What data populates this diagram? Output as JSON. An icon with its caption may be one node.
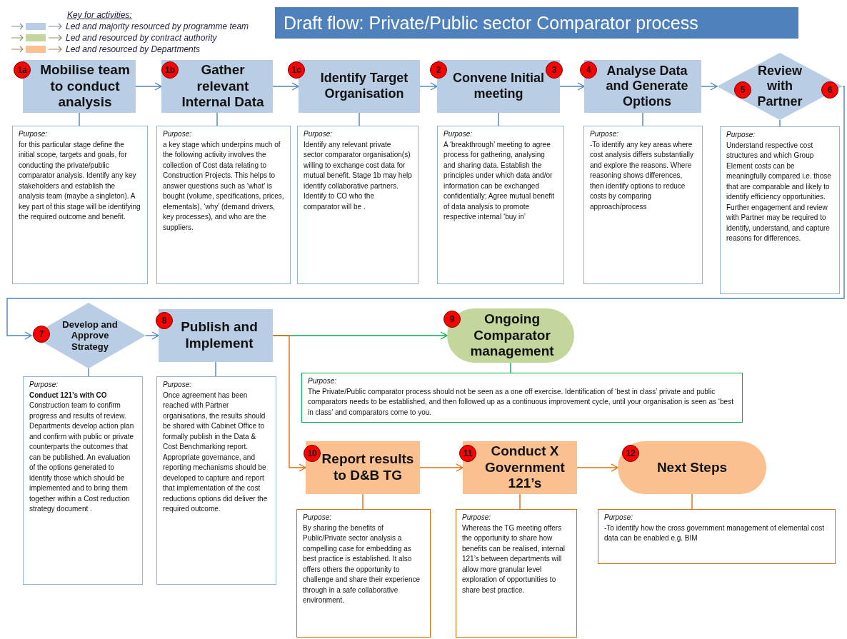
{
  "diagram": {
    "title": "Draft flow: Private/Public sector Comparator process",
    "nodes": [
      {
        "text": [
          "1a",
          "Mobilise team to conduct analysis"
        ]
      },
      {
        "text": [
          "Purpose:",
          "for this particular stage define the initial scope, targets and goals, for conducting the private/public comparator analysis. Identify any key stakeholders and establish the analysis team (maybe a singleton). A key part of this stage will be  identifying the required outcome and benefit."
        ]
      },
      {
        "text": [
          "1b",
          "Gather relevant Internal Data"
        ]
      },
      {
        "text": [
          "Purpose:",
          "a key stage which underpins much of the following activity involves the collection of Cost data relating to Construction Projects. This helps to answer questions such as ‘what’ is bought (volume, specifications, prices, elementals), ‘why’ (demand drivers, key processes), and who are the suppliers."
        ]
      },
      {
        "text": [
          "1c",
          "Identify Target Organisation"
        ]
      },
      {
        "text": [
          "Purpose:",
          "Identify any relevant private sector  comparator organisation(s) willing to exchange cost data for mutual benefit. Stage 1b may help identify collaborative partners. Identify to CO who the comparator will be ."
        ]
      },
      {
        "text": [
          "2",
          "Convene Initial meeting",
          "3"
        ]
      },
      {
        "text": [
          "Purpose:",
          "A ‘breakthrough’ meeting to agree process for gathering, analysing and sharing data. Establish the principles under which data and/or information can be exchanged confidentially; Agree mutual benefit of data analysis to promote respective internal  ‘buy in’"
        ]
      },
      {
        "text": [
          "4",
          "Analyse Data and Generate Options"
        ]
      },
      {
        "text": [
          "Purpose:",
          "-To identify any key areas where cost analysis differs substantially and  explore the reasons. Where reasoning shows differences, then identify options to reduce costs by comparing approach/process"
        ]
      },
      {
        "text": [
          "5",
          "Review with Partner",
          "6"
        ]
      },
      {
        "text": [
          "Purpose:",
          "Understand respective cost structures and which Group Element costs can be meaningfully compared i.e. those that are comparable and likely to identify efficiency opportunities. Further engagement and review with Partner may be required to identify, understand, and capture reasons for differences."
        ]
      },
      {
        "text": [
          "7",
          "Develop and Approve Strategy"
        ]
      },
      {
        "text": [
          "Purpose:",
          "**Conduct 121’s  with CO** Construction team to confirm progress and results of review. Departments develop action plan and confirm with public or private counterparts the outcomes that can be published. An evaluation of the options generated to identify those which should be implemented and to bring them together within a Cost reduction strategy document ."
        ]
      },
      {
        "text": [
          "8",
          "Publish and Implement"
        ]
      },
      {
        "text": [
          "Purpose:",
          "Once agreement has been reached with Partner organisations, the results should be shared with Cabinet Office to formally publish in the Data & Cost Benchmarking report. Appropriate governance, and reporting mechanisms should be developed to capture and report that implementation of the cost reductions options did deliver the required outcome."
        ]
      },
      {
        "text": [
          "9",
          "Ongoing Comparator management"
        ]
      },
      {
        "text": [
          "Purpose:",
          "The Private/Public comparator process should not be seen as a one off exercise. Identification of ‘best in class’ private and public comparators needs to be established, and then followed up as a continuous improvement cycle, until your organisation is seen as ‘best in class’ and  comparators come to you."
        ]
      },
      {
        "text": [
          "10",
          "Report results to D&B TG"
        ]
      },
      {
        "text": [
          "Purpose:",
          "By sharing the benefits of Public/Private sector analysis a compelling case for embedding as best practice is established. It also offers others the opportunity to challenge and share their experience through  in a safe collaborative  environment."
        ]
      },
      {
        "text": [
          "11",
          "Conduct X Government 121’s"
        ]
      },
      {
        "text": [
          "Purpose:",
          "Whereas the TG meeting offers the opportunity to share how benefits can be realised, internal 121’s between departments will allow more granular level exploration of opportunities to share best practice."
        ]
      },
      {
        "text": [
          "12",
          "Next Steps"
        ]
      },
      {
        "text": [
          "Purpose:",
          "-To identify how the cross government management of elemental cost data can be enabled e.g. BIM"
        ]
      }
    ],
    "edges": [
      {
        "from": 0,
        "to": 2,
        "arrow": "to"
      },
      {
        "from": 2,
        "to": 4,
        "arrow": "to"
      },
      {
        "from": 4,
        "to": 6,
        "arrow": "to"
      },
      {
        "from": 6,
        "to": 8,
        "arrow": "to"
      },
      {
        "from": 8,
        "to": 10,
        "arrow": "to"
      },
      {
        "from": 10,
        "to": 12,
        "arrow": "to"
      },
      {
        "from": 12,
        "to": 14,
        "arrow": "to"
      },
      {
        "from": 14,
        "to": 16,
        "arrow": "to",
        "color": "#00b050"
      },
      {
        "from": 14,
        "to": 18,
        "arrow": "to",
        "color": "#e46c0a"
      },
      {
        "from": 18,
        "to": 20,
        "arrow": "to",
        "color": "#e46c0a"
      },
      {
        "from": 20,
        "to": 22,
        "arrow": "to",
        "color": "#e46c0a"
      },
      {
        "from": 0,
        "to": 1,
        "arrow": "none"
      },
      {
        "from": 2,
        "to": 3,
        "arrow": "none"
      },
      {
        "from": 4,
        "to": 5,
        "arrow": "none"
      },
      {
        "from": 6,
        "to": 7,
        "arrow": "none"
      },
      {
        "from": 8,
        "to": 9,
        "arrow": "none"
      },
      {
        "from": 10,
        "to": 11,
        "arrow": "none"
      },
      {
        "from": 12,
        "to": 13,
        "arrow": "none"
      },
      {
        "from": 14,
        "to": 15,
        "arrow": "none"
      },
      {
        "from": 16,
        "to": 17,
        "arrow": "none",
        "color": "#00b050"
      },
      {
        "from": 18,
        "to": 19,
        "arrow": "none",
        "color": "#e46c0a"
      },
      {
        "from": 20,
        "to": 21,
        "arrow": "none",
        "color": "#e46c0a"
      },
      {
        "from": 22,
        "to": 23,
        "arrow": "none",
        "color": "#e46c0a"
      }
    ],
    "labels": [
      "Key for activities:"
    ],
    "legend": [
      {
        "text": "Led and majority resourced by programme team",
        "color": "#b9cde5"
      },
      {
        "text": "Led and resourced by contract authority",
        "color": "#c3d69b"
      },
      {
        "text": "Led and resourced by Departments",
        "color": "#fac090"
      }
    ]
  }
}
